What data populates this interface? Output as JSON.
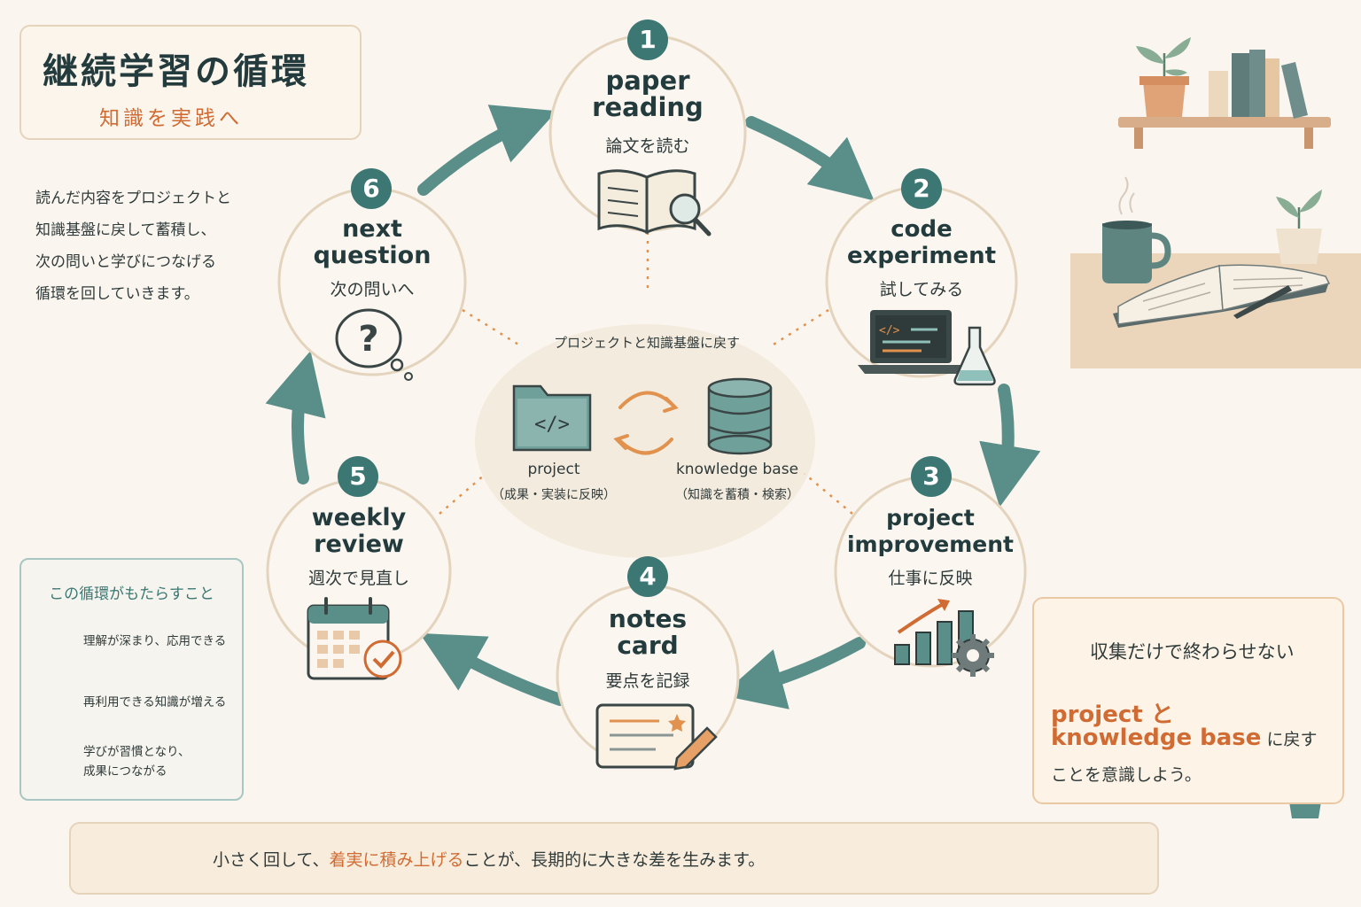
{
  "header": {
    "title": "継続学習の循環",
    "subtitle": "知識を実践へ"
  },
  "intro_lines": [
    "読んだ内容をプロジェクトと",
    "知識基盤に戻して蓄積し、",
    "次の問いと学びにつなげる",
    "循環を回していきます。"
  ],
  "steps": [
    {
      "num": "1",
      "en": "paper\nreading",
      "ja": "論文を読む",
      "icon": "open-book-magnifier-icon"
    },
    {
      "num": "2",
      "en": "code\nexperiment",
      "ja": "試してみる",
      "icon": "laptop-flask-icon"
    },
    {
      "num": "3",
      "en": "project\nimprovement",
      "ja": "仕事に反映",
      "icon": "bar-chart-gear-icon"
    },
    {
      "num": "4",
      "en": "notes\ncard",
      "ja": "要点を記録",
      "icon": "note-card-pencil-icon"
    },
    {
      "num": "5",
      "en": "weekly\nreview",
      "ja": "週次で見直し",
      "icon": "calendar-check-icon"
    },
    {
      "num": "6",
      "en": "next\nquestion",
      "ja": "次の問いへ",
      "icon": "question-bubble-icon"
    }
  ],
  "center": {
    "title": "プロジェクトと知識基盤に戻す",
    "project_label": "project",
    "project_sub": "（成果・実装に反映）",
    "kb_label": "knowledge base",
    "kb_sub": "（知識を蓄積・検索）"
  },
  "benefits": {
    "title": "この循環がもたらすこと",
    "items": [
      {
        "text": "理解が深まり、応用できる",
        "icon": "head-lightbulb-icon"
      },
      {
        "text": "再利用できる知識が増える",
        "icon": "hierarchy-icon"
      },
      {
        "text": "学びが習慣となり、\n成果につながる",
        "icon": "sprout-icon"
      }
    ]
  },
  "note": {
    "title": "収集だけで終わらせない",
    "line1_orange": "project と",
    "line2_orange": "knowledge base",
    "line2_dark": " に戻す",
    "line3": "ことを意識しよう。"
  },
  "bottom": {
    "text_before": "小さく回して、",
    "text_highlight": "着実に積み上げる",
    "text_after": "ことが、長期的に大きな差を生みます。"
  },
  "colors": {
    "teal": "#3c7773",
    "orange": "#d06c33",
    "beige_border": "#e6d3bb",
    "background": "#faf6ef"
  }
}
